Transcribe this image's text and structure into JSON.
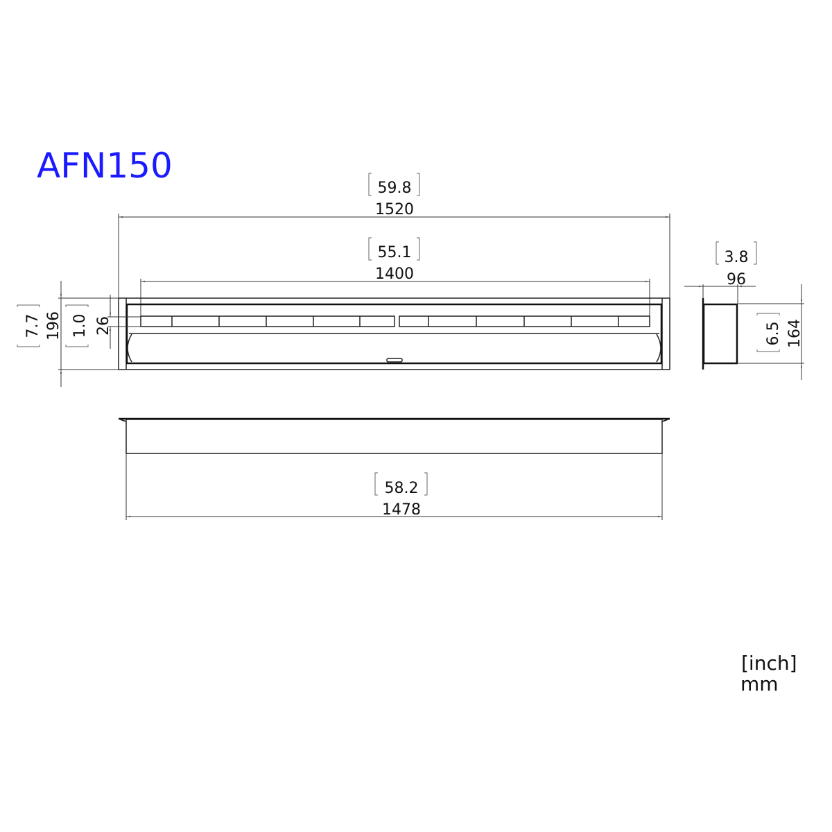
{
  "title": "AFN150",
  "colors": {
    "title": "#1a1aff",
    "lines": "#222222"
  },
  "dimensions": {
    "overall_length": {
      "inch": "59.8",
      "mm": "1520"
    },
    "burner_length": {
      "inch": "55.1",
      "mm": "1400"
    },
    "overall_height": {
      "inch": "7.7",
      "mm": "196"
    },
    "burner_height": {
      "inch": "1.0",
      "mm": "26"
    },
    "side_width": {
      "inch": "3.8",
      "mm": "96"
    },
    "side_height": {
      "inch": "6.5",
      "mm": "164"
    },
    "insert_length": {
      "inch": "58.2",
      "mm": "1478"
    }
  },
  "units": {
    "inch": "[inch]",
    "mm": "mm"
  }
}
